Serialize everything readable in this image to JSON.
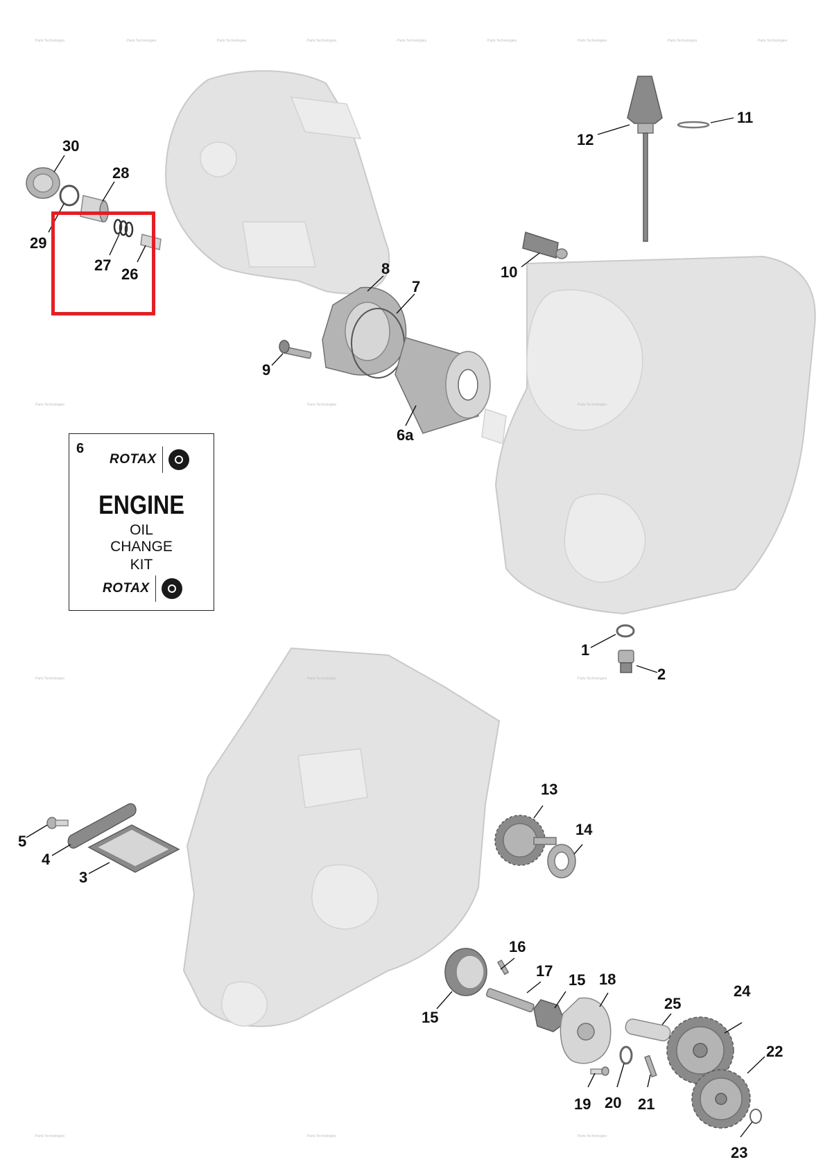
{
  "labels": {
    "l1": "1",
    "l2": "2",
    "l3": "3",
    "l4": "4",
    "l5": "5",
    "l6a": "6a",
    "l7": "7",
    "l8": "8",
    "l9": "9",
    "l10": "10",
    "l11": "11",
    "l12": "12",
    "l13": "13",
    "l14": "14",
    "l15a": "15",
    "l15b": "15",
    "l16": "16",
    "l17": "17",
    "l18": "18",
    "l19": "19",
    "l20": "20",
    "l21": "21",
    "l22": "22",
    "l23": "23",
    "l24": "24",
    "l25": "25",
    "l26": "26",
    "l27": "27",
    "l28": "28",
    "l29": "29",
    "l30": "30"
  },
  "kit": {
    "number": "6",
    "brand": "ROTAX",
    "title": "ENGINE",
    "line1": "OIL",
    "line2": "CHANGE",
    "line3": "KIT"
  },
  "colors": {
    "highlight": "#e41e26",
    "ghost_fill": "#e3e3e3",
    "label": "#111111"
  },
  "icons": {
    "brand_badge": "brp-badge-icon"
  }
}
